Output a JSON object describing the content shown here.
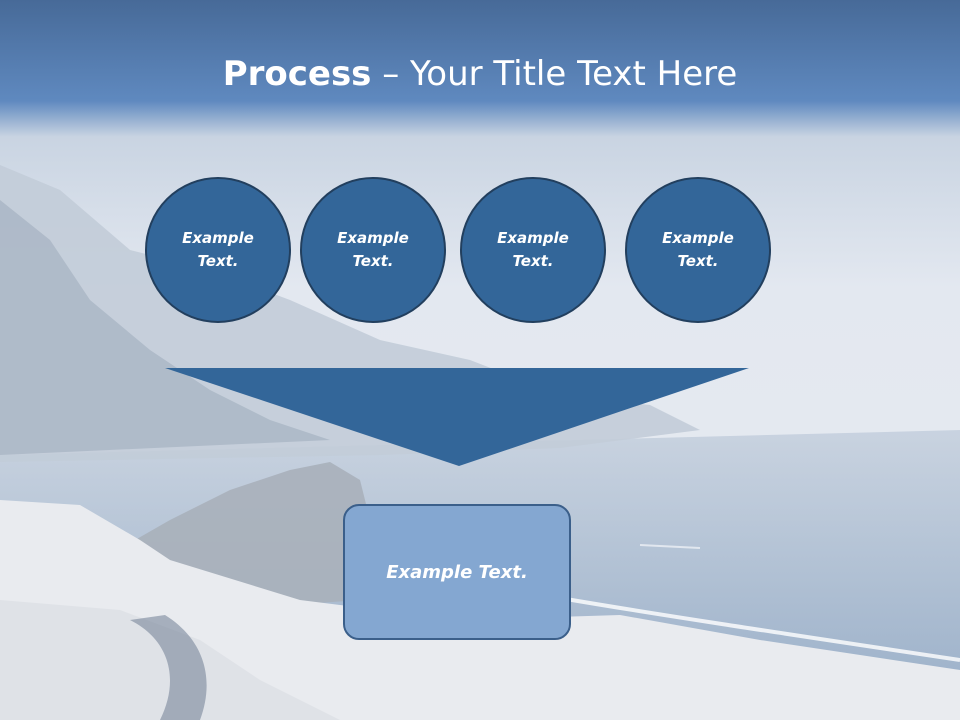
{
  "title": {
    "bold": "Process",
    "rest": " – Your Title Text Here"
  },
  "steps": [
    {
      "label": "Example Text."
    },
    {
      "label": "Example Text."
    },
    {
      "label": "Example Text."
    },
    {
      "label": "Example Text."
    }
  ],
  "result": {
    "label": "Example Text."
  },
  "colors": {
    "header": "#4f79ae",
    "circle_fill": "#336699",
    "funnel_fill": "#336699",
    "result_fill": "#84a7d1",
    "text": "#ffffff"
  }
}
